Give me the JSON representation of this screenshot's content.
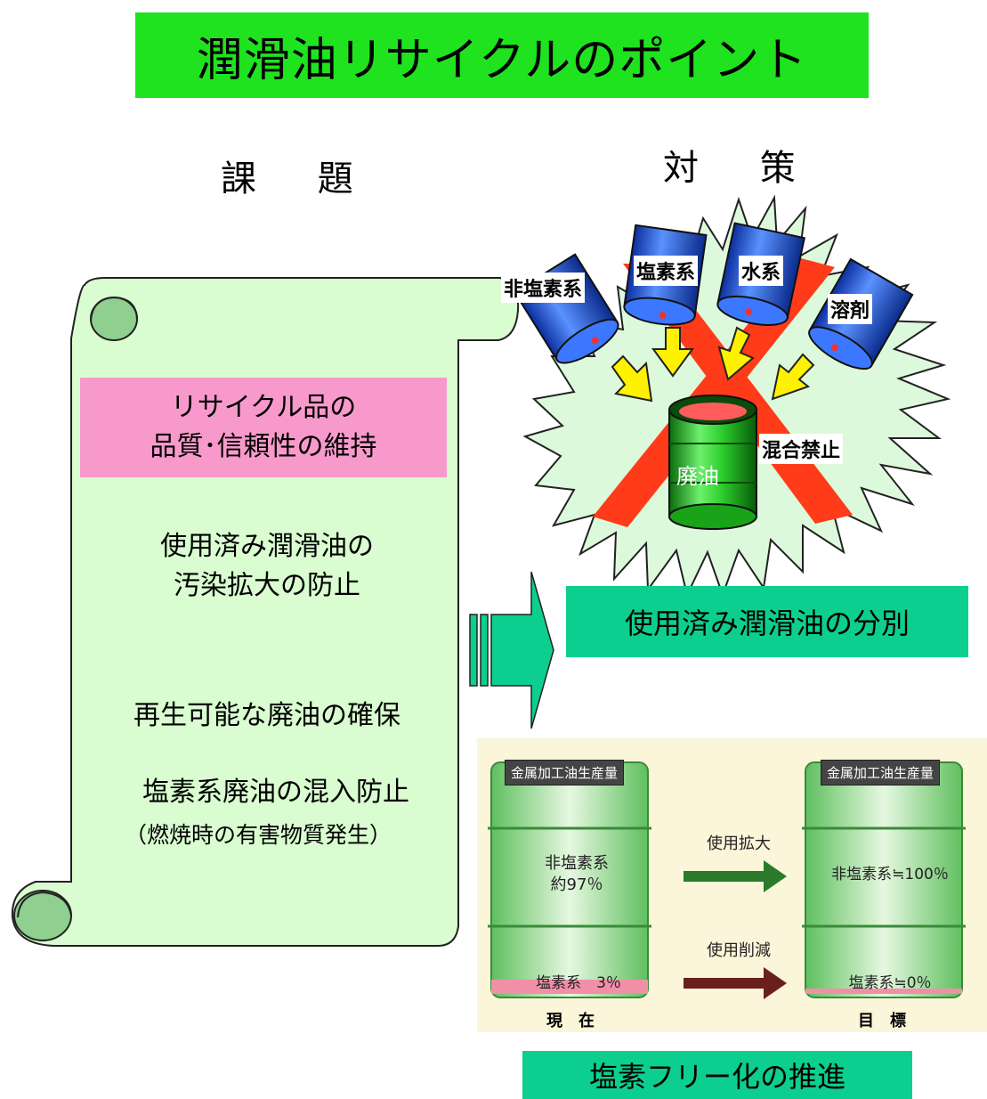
{
  "title": "潤滑油リサイクルのポイント",
  "headings": {
    "issues": "課 題",
    "measures": "対 策"
  },
  "issues": {
    "quality": [
      "リサイクル品の",
      "品質･信頼性の維持"
    ],
    "contamination": [
      "使用済み潤滑油の",
      "汚染拡大の防止"
    ],
    "regenerable": "再生可能な廃油の確保",
    "chlorine": "塩素系廃油の混入防止",
    "chlorine_note": "（燃焼時の有害物質発生）"
  },
  "measures": {
    "drums": {
      "non_chlorine": "非塩素系",
      "chlorine": "塩素系",
      "water": "水系",
      "solvent": "溶剤"
    },
    "waste_oil": "廃油",
    "no_mixing": "混合禁止",
    "separation": "使用済み潤滑油の分別",
    "chlorine_free": "塩素フリー化の推進"
  },
  "chart": {
    "drum_title": "金属加工油生産量",
    "current": {
      "non_chlorine": "非塩素系",
      "non_chlorine_val": "約97％",
      "chlorine": "塩素系　3％",
      "label": "現在"
    },
    "target": {
      "non_chlorine": "非塩素系≒100％",
      "chlorine": "塩素系≒0％",
      "label": "目標"
    },
    "arrow_expand": "使用拡大",
    "arrow_reduce": "使用削減"
  },
  "colors": {
    "title_bg": "#1fe31f",
    "scroll_fill": "#d9fcd0",
    "pink": "#f79acb",
    "teal": "#0ccf8f",
    "starburst": "#ddf9dc",
    "cross": "#ff3b1a",
    "drum_blue": "#1a55e0",
    "drum_green": "#2ecf2e",
    "arrow_yellow": "#fff200"
  }
}
